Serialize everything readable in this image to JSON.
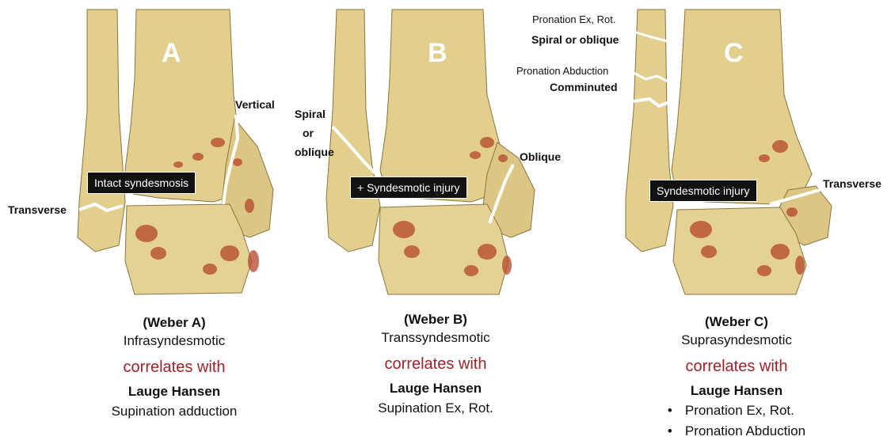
{
  "colors": {
    "bone": "#e2cf8e",
    "bone_shadow": "#b79a4f",
    "blood": "#b5452a",
    "correlates": "#a0222a",
    "label_box": "#111111"
  },
  "panels": [
    {
      "letter": "A",
      "syndesmosis_box": "Intact syndesmosis",
      "fracture_labels": [
        "Vertical",
        "Transverse"
      ],
      "weber": "(Weber A)",
      "level": "Infrasyndesmotic",
      "correlates": "correlates with",
      "lauge": "Lauge Hansen",
      "mechanism": "Supination adduction"
    },
    {
      "letter": "B",
      "syndesmosis_box": "+ Syndesmotic injury",
      "fracture_labels": [
        "Spiral",
        "or",
        "oblique",
        "Oblique"
      ],
      "weber": "(Weber B)",
      "level": "Transsyndesmotic",
      "correlates": "correlates with",
      "lauge": "Lauge Hansen",
      "mechanism": "Supination Ex, Rot."
    },
    {
      "letter": "C",
      "syndesmosis_box": "Syndesmotic injury",
      "top_labels": {
        "pronation_ex": "Pronation Ex, Rot.",
        "spiral": "Spiral or oblique",
        "pronation_abd": "Pronation Abduction",
        "comminuted": "Comminuted"
      },
      "fracture_labels": [
        "Transverse"
      ],
      "weber": "(Weber C)",
      "level": "Suprasyndesmotic",
      "correlates": "correlates with",
      "lauge": "Lauge Hansen",
      "mechanisms": [
        "Pronation Ex, Rot.",
        "Pronation Abduction"
      ]
    }
  ]
}
